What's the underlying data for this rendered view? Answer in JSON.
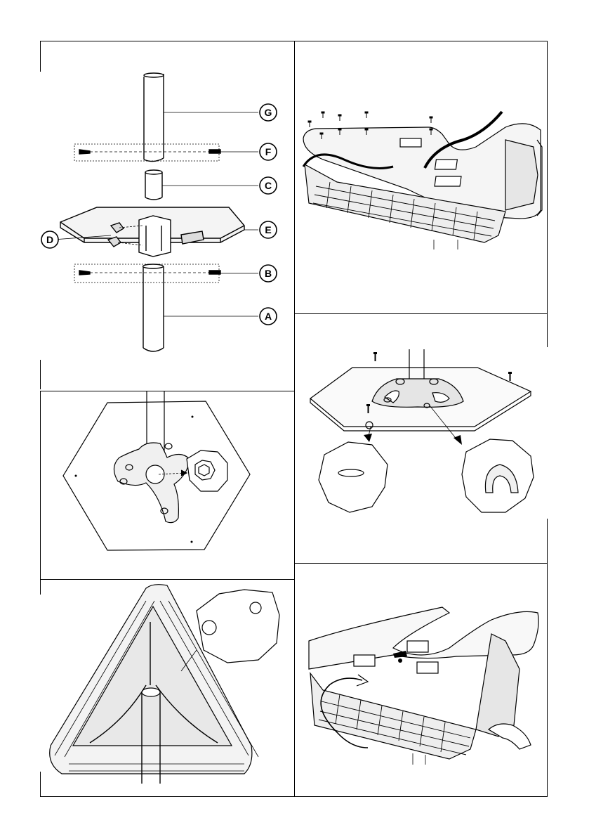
{
  "diagram": {
    "panels": [
      {
        "id": "pole-assembly",
        "labels": [
          "G",
          "F",
          "C",
          "E",
          "D",
          "B",
          "A"
        ]
      },
      {
        "id": "heater-top-screws"
      },
      {
        "id": "base-plate-top"
      },
      {
        "id": "base-plate-perspective"
      },
      {
        "id": "heater-underside"
      },
      {
        "id": "heater-mount-bolt"
      }
    ]
  },
  "callouts": {
    "G": "G",
    "F": "F",
    "C": "C",
    "E": "E",
    "D": "D",
    "B": "B",
    "A": "A"
  },
  "colors": {
    "line": "#000000",
    "fill_light": "#f2f2f2",
    "fill_mid": "#dcdcdc",
    "fill_dark": "#1a1a1a"
  }
}
